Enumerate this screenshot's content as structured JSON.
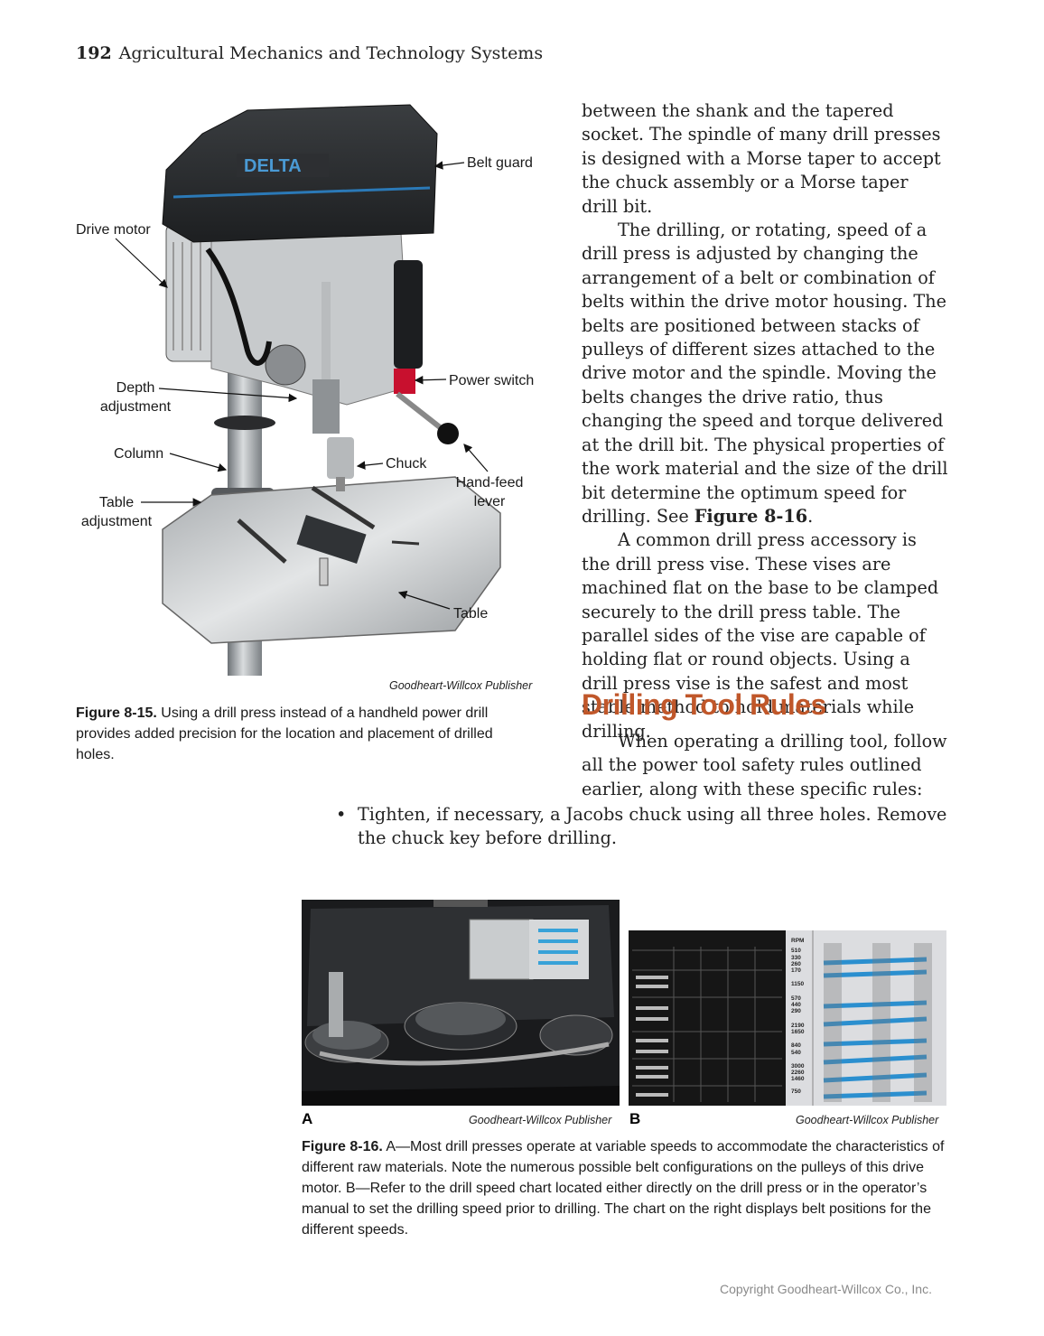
{
  "header": {
    "page_number": "192",
    "book_title": "Agricultural Mechanics and Technology Systems"
  },
  "figure_15": {
    "brand": "DELTA",
    "labels": {
      "belt_guard": "Belt guard",
      "drive_motor": "Drive motor",
      "power_switch": "Power switch",
      "depth_adjustment_1": "Depth",
      "depth_adjustment_2": "adjustment",
      "column": "Column",
      "chuck": "Chuck",
      "hand_feed_1": "Hand-feed",
      "hand_feed_2": "lever",
      "table_adjustment_1": "Table",
      "table_adjustment_2": "adjustment",
      "table": "Table"
    },
    "credit": "Goodheart-Willcox Publisher",
    "caption_label": "Figure 8-15.",
    "caption_text": "Using a drill press instead of a handheld power drill provides added precision for the location and placement of drilled holes."
  },
  "body": {
    "p1": "between the shank and the tapered socket. The spindle of many drill presses is designed with a Morse taper to accept the chuck assembly or a Morse taper drill bit.",
    "p2_text": "The drilling, or rotating, speed of a drill press is adjusted by changing the arrangement of a belt or combination of belts within the drive motor housing. The belts are positioned between stacks of pulleys of different sizes attached to the drive motor and the spindle. Moving the belts changes the drive ratio, thus changing the speed and torque delivered at the drill bit. The physical properties of the work material and the size of the drill bit determine the optimum speed for drilling. See ",
    "p2_ref": "Figure 8-16",
    "p2_end": ".",
    "p3": "A common drill press accessory is the drill press vise. These vises are machined flat on the base to be clamped securely to the drill press table. The parallel sides of the vise are capable of holding flat or round objects. Using a drill press vise is the safest and most stable method to hold materials while drilling."
  },
  "section": {
    "heading": "Drilling Tool Rules",
    "intro": "When operating a drilling tool, follow all the power tool safety rules outlined earlier, along with these specific rules:",
    "bullets": [
      "Tighten, if necessary, a Jacobs chuck using all three holes. Remove the chuck key before drilling."
    ]
  },
  "figure_16": {
    "panel_a": "A",
    "panel_b": "B",
    "credit_a": "Goodheart-Willcox Publisher",
    "credit_b": "Goodheart-Willcox Publisher",
    "rpm_header": "RPM",
    "rpm_values": [
      "510",
      "330",
      "260",
      "170",
      "1150",
      "570",
      "440",
      "290",
      "2190",
      "1650",
      "840",
      "540",
      "3000",
      "2260",
      "1460",
      "750"
    ],
    "caption_label": "Figure 8-16.",
    "caption_text": "A—Most drill presses operate at variable speeds to accommodate the characteristics of different raw materials. Note the numerous possible belt configurations on the pulleys of this drive motor. B—Refer to the drill speed chart located either directly on the drill press or in the operator’s manual to set the drilling speed prior to drilling. The chart on the right displays belt positions for the different speeds."
  },
  "footer": {
    "copyright": "Copyright Goodheart-Willcox Co., Inc."
  }
}
